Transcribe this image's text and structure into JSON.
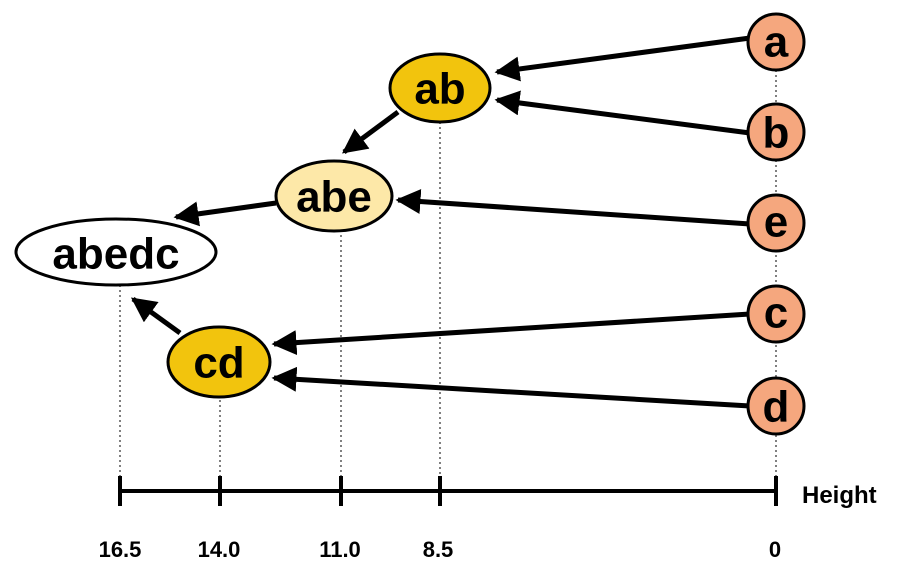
{
  "leaves": [
    {
      "id": "a",
      "label": "a"
    },
    {
      "id": "b",
      "label": "b"
    },
    {
      "id": "e",
      "label": "e"
    },
    {
      "id": "c",
      "label": "c"
    },
    {
      "id": "d",
      "label": "d"
    }
  ],
  "clusters": [
    {
      "id": "ab",
      "label": "ab",
      "height": 8.5
    },
    {
      "id": "abe",
      "label": "abe",
      "height": 11.0
    },
    {
      "id": "cd",
      "label": "cd",
      "height": 14.0
    },
    {
      "id": "abedc",
      "label": "abedc",
      "height": 16.5
    }
  ],
  "edges": [
    {
      "from": "a",
      "to": "ab"
    },
    {
      "from": "b",
      "to": "ab"
    },
    {
      "from": "ab",
      "to": "abe"
    },
    {
      "from": "e",
      "to": "abe"
    },
    {
      "from": "abe",
      "to": "abedc"
    },
    {
      "from": "c",
      "to": "cd"
    },
    {
      "from": "d",
      "to": "cd"
    },
    {
      "from": "cd",
      "to": "abedc"
    }
  ],
  "axis": {
    "label": "Height",
    "ticks": [
      "16.5",
      "14.0",
      "11.0",
      "8.5",
      "0"
    ]
  },
  "colors": {
    "leaf": "#f5a77e",
    "cluster_dark": "#f2c40d",
    "cluster_light": "#fde8a8",
    "root": "#ffffff",
    "stroke": "#000000"
  }
}
